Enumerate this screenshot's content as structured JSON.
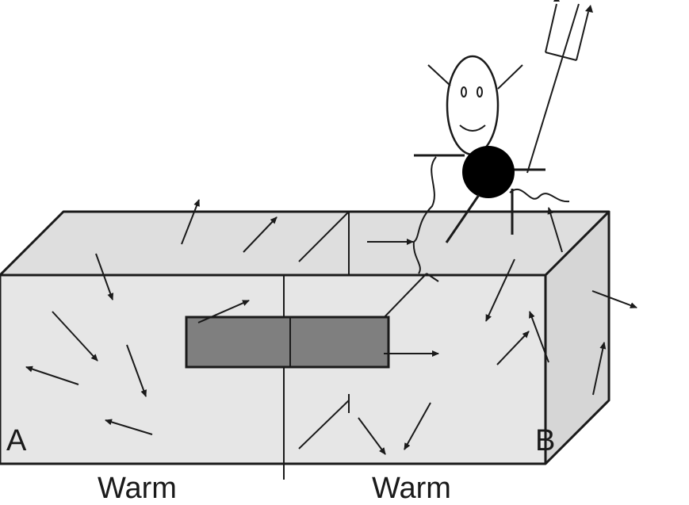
{
  "labels": {
    "corner_a": "A",
    "corner_b": "B",
    "left_half": "Warm",
    "right_half": "Warm"
  },
  "colors": {
    "box_front": "#e6e6e6",
    "box_top": "#dedede",
    "box_side": "#d6d6d6",
    "partition_door": "#7f7f7f",
    "ink": "#1a1a1a",
    "demon_body": "#000000"
  },
  "figure": {
    "name": "demon",
    "holds": "pitchfork"
  }
}
